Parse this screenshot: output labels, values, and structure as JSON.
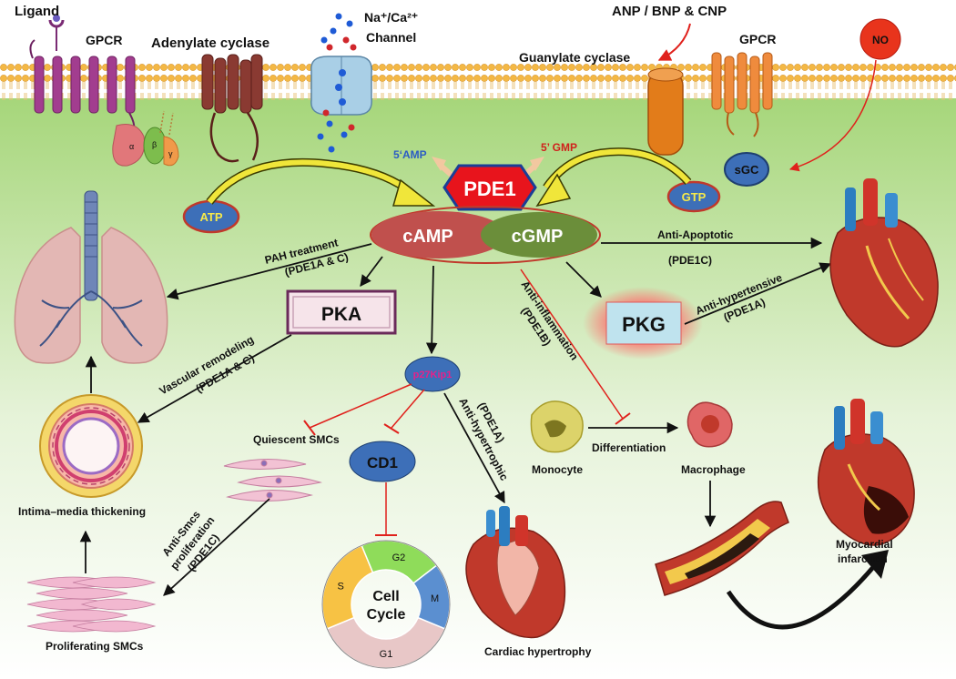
{
  "labels": {
    "ligand": "Ligand",
    "gpcr_left": "GPCR",
    "alpha": "α",
    "beta": "β",
    "gamma": "γ",
    "adenylate_cyclase": "Adenylate cyclase",
    "channel_line1": "Na⁺/Ca²⁺",
    "channel_line2": "Channel",
    "natriuretic": "ANP / BNP & CNP",
    "guanylate_cyclase": "Guanylate cyclase",
    "gpcr_right": "GPCR",
    "no": "NO",
    "sgc": "sGC",
    "gtp": "GTP",
    "atp": "ATP",
    "amp5": "5‘AMP",
    "gmp5": "5’ GMP",
    "pde1": "PDE1",
    "camp": "cAMP",
    "cgmp": "cGMP",
    "pka": "PKA",
    "pkg": "PKG",
    "p27": "p27Kip1",
    "cd1": "CD1",
    "cell_cycle_1": "Cell",
    "cell_cycle_2": "Cycle",
    "phase_g1": "G1",
    "phase_s": "S",
    "phase_g2": "G2",
    "phase_m": "M",
    "pah_1": "PAH treatment",
    "pah_2": "(PDE1A & C)",
    "anti_apoptotic_1": "Anti-Apoptotic",
    "anti_apoptotic_2": "(PDE1C)",
    "anti_hypertensive_1": "Anti-hypertensive",
    "anti_hypertensive_2": "(PDE1A)",
    "vascular_1": "Vascular remodeling",
    "vascular_2": "(PDE1A & C)",
    "anti_inflammation_1": "Anti-inflammation",
    "anti_inflammation_2": "(PDE1B)",
    "anti_hypertrophic_1": "Anti-hypertrophic",
    "anti_hypertrophic_2": "(PDE1A)",
    "anti_smcs_1": "Anti-Smcs",
    "anti_smcs_2": "proliferation",
    "anti_smcs_3": "(PDE1C)",
    "quiescent": "Quiescent SMCs",
    "intima": "Intima–media thickening",
    "proliferating": "Proliferating SMCs",
    "monocyte": "Monocyte",
    "differentiation": "Differentiation",
    "macrophage": "Macrophage",
    "cardiac_hypertrophy": "Cardiac hypertrophy",
    "mi_1": "Myocardial",
    "mi_2": "infarction"
  },
  "cell_cycle_phases": [
    {
      "name": "G1",
      "fraction": 0.375,
      "color": "#e8c7c7"
    },
    {
      "name": "S",
      "fraction": 0.25,
      "color": "#f7c244"
    },
    {
      "name": "G2",
      "fraction": 0.208,
      "color": "#8fdc5a"
    },
    {
      "name": "M",
      "fraction": 0.167,
      "color": "#5b8fd0"
    }
  ],
  "colors": {
    "membrane": "#f4b844",
    "cytoplasm": "#a9d67a",
    "pde1": "#e8141c",
    "camp": "#c0504d",
    "cgmp": "#6b8e3a",
    "inhibit": "#e0211c"
  }
}
